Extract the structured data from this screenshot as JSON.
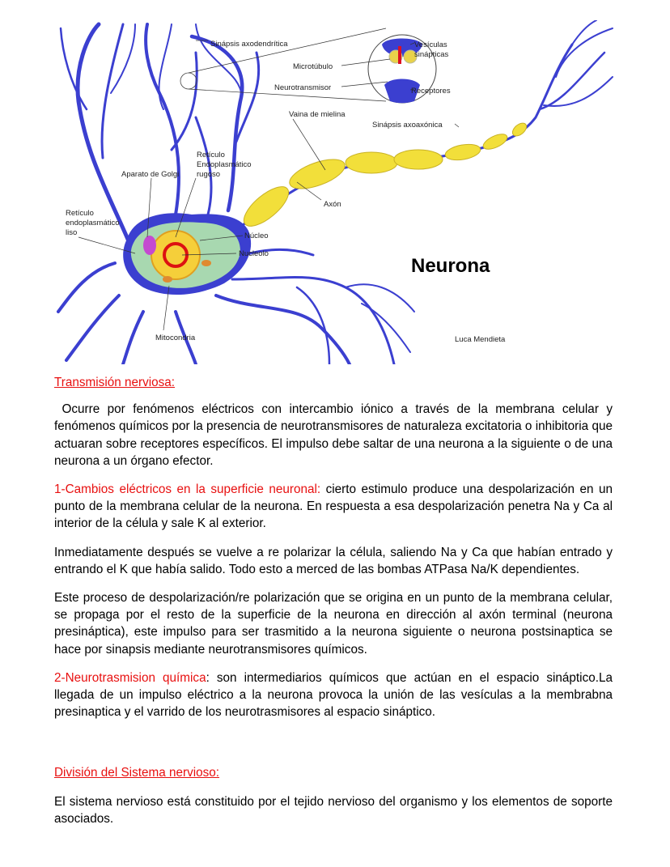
{
  "figure": {
    "title": "Neurona",
    "credit": "Luca Mendieta",
    "labels": {
      "sinapsis_axodendritica": "Sinápsis axodendrítica",
      "microtubulo": "Microtúbulo",
      "neurotransmisor": "Neurotransmisor",
      "vesiculas_1": "Vesículas",
      "vesiculas_2": "sinápticas",
      "receptores": "Receptores",
      "vaina_mielina": "Vaina de mielina",
      "sinapsis_axoaxonica": "Sinápsis axoaxónica",
      "reticulo_rugoso_1": "Retículo",
      "reticulo_rugoso_2": "Endoplasmático",
      "reticulo_rugoso_3": "rugoso",
      "aparato_golgi": "Aparato de Golgi",
      "axon": "Axón",
      "reticulo_liso_1": "Retículo",
      "reticulo_liso_2": "endoplasmático",
      "reticulo_liso_3": "liso",
      "nucleo": "Núcleo",
      "nucleolo": "Nucleolo",
      "mitocondria": "Mitocondria"
    }
  },
  "sections": {
    "transmision": {
      "heading": "Transmisión nerviosa:",
      "intro": "Ocurre por fenómenos eléctricos con intercambio iónico a través de la membrana celular y fenómenos químicos por la presencia de neurotransmisores de naturaleza excitatoria o inhibitoria que actuaran sobre receptores específicos. El impulso debe saltar de una neurona a la siguiente o de una neurona a un órgano efector.",
      "p1_label": "1-Cambios eléctricos en la superficie neuronal:",
      "p1_text": " cierto estimulo produce una despolarización en un punto de la membrana celular de la neurona. En respuesta a esa despolarización penetra Na y Ca al interior de la célula y sale K al exterior.",
      "p2": "Inmediatamente después se vuelve a re polarizar la célula, saliendo Na y Ca que habían entrado y entrando el K que había salido. Todo esto a merced de las bombas ATPasa Na/K dependientes.",
      "p3": "Este proceso de despolarización/re polarización que se origina en un punto de la membrana celular, se propaga por el resto de la superficie de la neurona en dirección al axón terminal (neurona presináptica), este impulso para ser trasmitido a la neurona siguiente o neurona postsinaptica se hace por sinapsis mediante neurotransmisores químicos.",
      "p4_label": "2-Neurotrasmision química",
      "p4_text": ": son intermediarios químicos que actúan en el espacio sináptico.La llegada de un impulso eléctrico a la neurona provoca la unión de las vesículas a la membrabna presinaptica y el varrido de los neurotrasmisores al  espacio sináptico."
    },
    "division": {
      "heading": "División del Sistema nervioso:",
      "p1": "El sistema nervioso está constituido por el tejido nervioso del organismo y los elementos de soporte asociados."
    }
  },
  "colors": {
    "neuron": "#3b3fd0",
    "myelin": "#f2df3a",
    "accent_red": "#e81010"
  }
}
